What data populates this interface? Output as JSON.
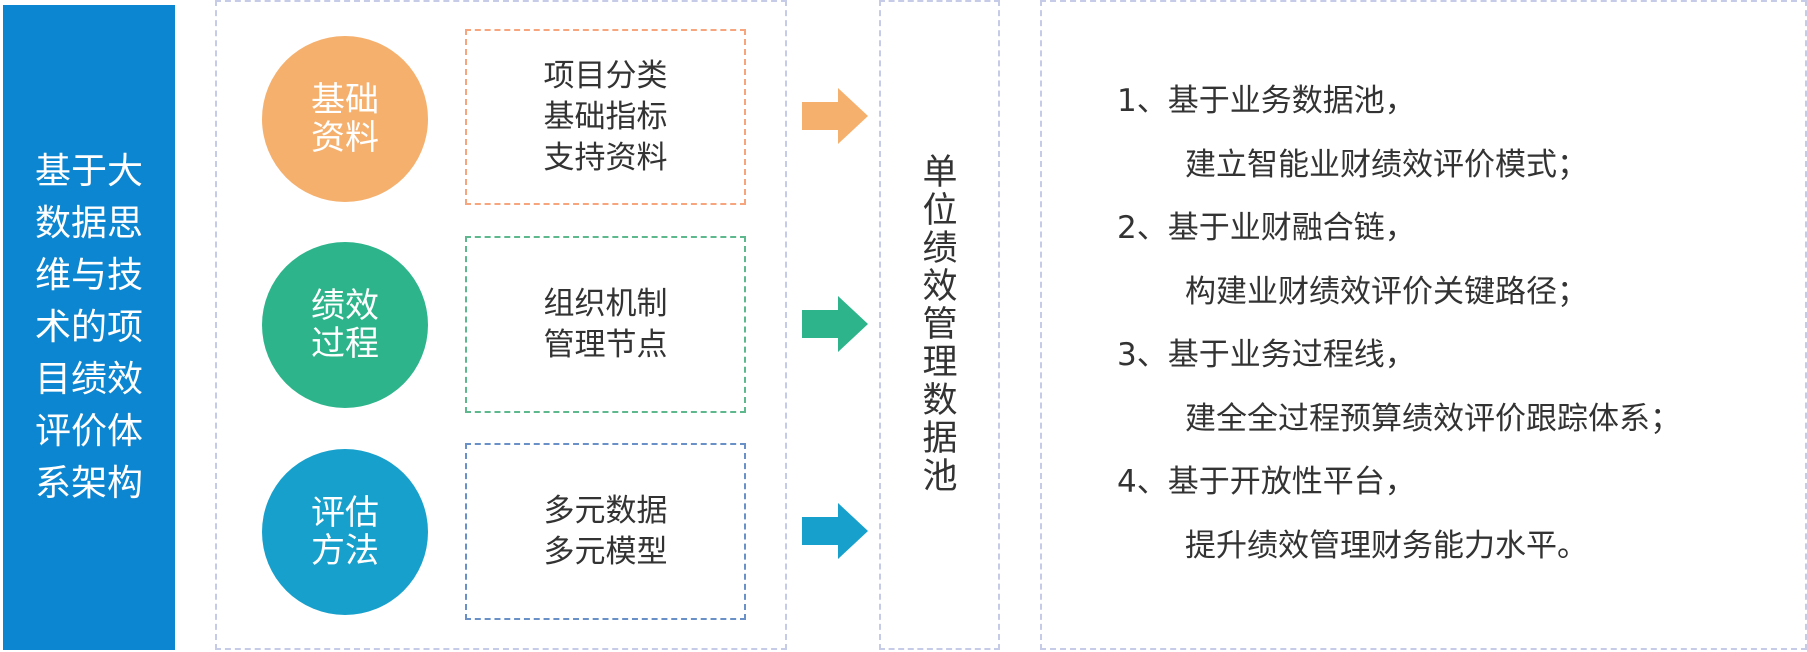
{
  "left_bar": {
    "text": "基于大\n数据思\n维与技\n术的项\n目绩效\n评价体\n系架构",
    "color": "#0c86d0"
  },
  "categories": [
    {
      "label": "基础\n资料",
      "color": "#f5b06e",
      "items": "项目分类\n基础指标\n支持资料",
      "border": "#f6a57d",
      "arrow_color": "#f5b06e",
      "icon": "arrow-right-icon"
    },
    {
      "label": "绩效\n过程",
      "color": "#2db48a",
      "items": "组织机制\n管理节点",
      "border": "#5db98d",
      "arrow_color": "#2db48a",
      "icon": "arrow-right-icon"
    },
    {
      "label": "评估\n方法",
      "color": "#17a0cc",
      "items": "多元数据\n多元模型",
      "border": "#6a91c7",
      "arrow_color": "#17a0cc",
      "icon": "arrow-right-icon"
    }
  ],
  "pool": {
    "text": "单位绩效管理数据池"
  },
  "goals": [
    {
      "title": "1、基于业务数据池，",
      "detail": "建立智能业财绩效评价模式；"
    },
    {
      "title": "2、基于业财融合链，",
      "detail": "构建业财绩效评价关键路径；"
    },
    {
      "title": "3、基于业务过程线，",
      "detail": "建全全过程预算绩效评价跟踪体系；"
    },
    {
      "title": "4、基于开放性平台，",
      "detail": "提升绩效管理财务能力水平。"
    }
  ],
  "panel_border_color": "#c6cbe8"
}
